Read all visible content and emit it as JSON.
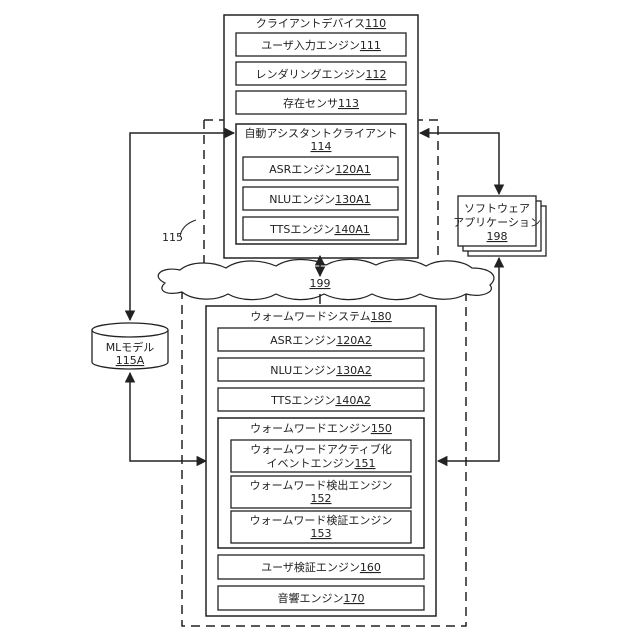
{
  "client_device": {
    "label": "クライアントデバイス",
    "ref": "110"
  },
  "user_input_engine": {
    "label": "ユーザ入力エンジン",
    "ref": "111"
  },
  "rendering_engine": {
    "label": "レンダリングエンジン",
    "ref": "112"
  },
  "presence_sensor": {
    "label": "存在センサ",
    "ref": "113"
  },
  "assistant_client": {
    "label": "自動アシスタントクライアント",
    "ref": "114"
  },
  "asr_client": {
    "label": "ASRエンジン",
    "ref": "120A1"
  },
  "nlu_client": {
    "label": "NLUエンジン",
    "ref": "130A1"
  },
  "tts_client": {
    "label": "TTSエンジン",
    "ref": "140A1"
  },
  "ref_115": "115",
  "network": {
    "ref": "199"
  },
  "software_app": {
    "line1": "ソフトウェア",
    "line2": "アプリケーション",
    "ref": "198"
  },
  "ml_model": {
    "label": "MLモデル",
    "ref": "115A"
  },
  "warm_system": {
    "label": "ウォームワードシステム",
    "ref": "180"
  },
  "asr_server": {
    "label": "ASRエンジン",
    "ref": "120A2"
  },
  "nlu_server": {
    "label": "NLUエンジン",
    "ref": "130A2"
  },
  "tts_server": {
    "label": "TTSエンジン",
    "ref": "140A2"
  },
  "warm_engine": {
    "label": "ウォームワードエンジン",
    "ref": "150"
  },
  "activation_engine": {
    "line1": "ウォームワードアクティブ化",
    "line2": "イベントエンジン",
    "ref": "151"
  },
  "detection_engine": {
    "label": "ウォームワード検出エンジン",
    "ref": "152"
  },
  "verification_engine": {
    "label": "ウォームワード検証エンジン",
    "ref": "153"
  },
  "user_verify_engine": {
    "label": "ユーザ検証エンジン",
    "ref": "160"
  },
  "acoustic_engine": {
    "label": "音響エンジン",
    "ref": "170"
  }
}
